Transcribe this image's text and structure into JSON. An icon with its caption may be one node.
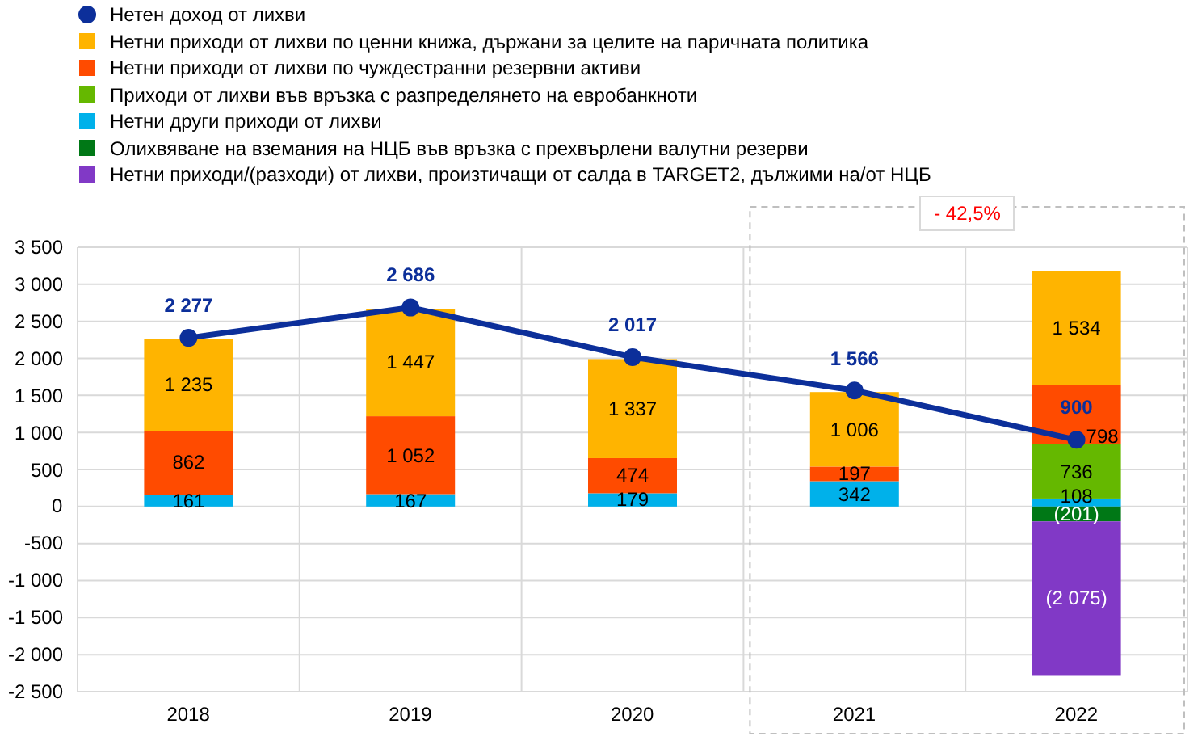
{
  "diagram": {
    "legend": [
      {
        "text": "Нетен доход от лихви"
      },
      {
        "text": "Нетни приходи от лихви по ценни книжа, държани за целите на паричната политика",
        "color": "#ffb400"
      },
      {
        "text": "Нетни приходи от лихви по чуждестранни резервни активи",
        "color": "#ff4b00"
      },
      {
        "text": "Приходи от лихви във връзка с разпределянето на евробанкноти",
        "color": "#65b800"
      },
      {
        "text": "Нетни други приходи от лихви",
        "color": "#00b1ea"
      },
      {
        "text": "Олихвяване на вземания на НЦБ във връзка с прехвърлени валутни резерви",
        "color": "#007816"
      },
      {
        "text": "Нетни приходи/(разходи) от лихви, произтичащи от салда в TARGET2, дължими на/от НЦБ",
        "color": "#8139c6"
      }
    ],
    "chart_data": {
      "type": "bar",
      "stacked": true,
      "grid": true,
      "categories": [
        "2018",
        "2019",
        "2020",
        "2021",
        "2022"
      ],
      "ylim": [
        -2500,
        3500
      ],
      "yticks": [
        {
          "value": 3500,
          "label": "3 500"
        },
        {
          "value": 3000,
          "label": "3 000"
        },
        {
          "value": 2500,
          "label": "2 500"
        },
        {
          "value": 2000,
          "label": "2 000"
        },
        {
          "value": 1500,
          "label": "1 500"
        },
        {
          "value": 1000,
          "label": "1 000"
        },
        {
          "value": 500,
          "label": "500"
        },
        {
          "value": 0,
          "label": "0"
        },
        {
          "value": -500,
          "label": "-500"
        },
        {
          "value": -1000,
          "label": "-1 000"
        },
        {
          "value": -1500,
          "label": "-1 500"
        },
        {
          "value": -2000,
          "label": "-2 000"
        },
        {
          "value": -2500,
          "label": "-2 500"
        }
      ],
      "series": [
        {
          "type": "bar",
          "color": "#00b1ea",
          "values": [
            161,
            167,
            179,
            342,
            108
          ],
          "value_labels": [
            "161",
            "167",
            "179",
            "342",
            "108"
          ]
        },
        {
          "type": "bar",
          "color": "#65b800",
          "values": [
            null,
            null,
            null,
            null,
            736
          ],
          "value_labels": [
            null,
            null,
            null,
            null,
            "736"
          ]
        },
        {
          "type": "bar",
          "color": "#ff4b00",
          "values": [
            862,
            1052,
            474,
            197,
            798
          ],
          "value_labels": [
            "862",
            "1 052",
            "474",
            "197",
            "798"
          ]
        },
        {
          "type": "bar",
          "color": "#ffb400",
          "values": [
            1235,
            1447,
            1337,
            1006,
            1534
          ],
          "value_labels": [
            "1 235",
            "1 447",
            "1 337",
            "1 006",
            "1 534"
          ]
        },
        {
          "type": "bar",
          "color": "#007816",
          "values": [
            null,
            null,
            null,
            null,
            -201
          ],
          "value_labels": [
            null,
            null,
            null,
            null,
            "(201)"
          ]
        },
        {
          "type": "bar",
          "color": "#8139c6",
          "values": [
            null,
            null,
            null,
            null,
            -2075
          ],
          "value_labels": [
            null,
            null,
            null,
            null,
            "(2 075)"
          ]
        },
        {
          "type": "line",
          "marker": "circle",
          "color": "#0c2f9a",
          "values": [
            2277,
            2686,
            2017,
            1566,
            900
          ],
          "value_labels": [
            "2 277",
            "2 686",
            "2 017",
            "1 566",
            "900"
          ]
        }
      ],
      "annotations": [
        {
          "text": "- 42,5%"
        }
      ]
    }
  }
}
